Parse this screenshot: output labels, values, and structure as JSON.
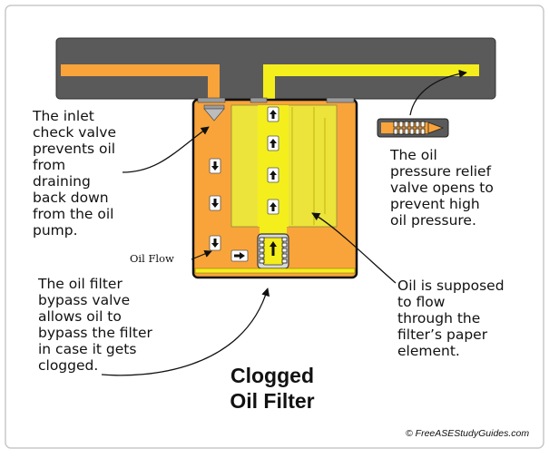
{
  "diagram": {
    "title_line1": "Clogged",
    "title_line2": "Oil Filter",
    "credit": "© FreeASEStudyGuides.com",
    "labels": {
      "inlet_check_valve": "The inlet\ncheck valve\nprevents oil\nfrom\ndraining\nback down\nfrom the oil\npump.",
      "relief_valve": "The oil\npressure relief\nvalve opens to\nprevent high\noil pressure.",
      "oil_flow": "Oil Flow",
      "bypass_valve": "The oil filter\nbypass valve\nallows oil to\nbypass the filter\nin case it gets\nclogged.",
      "paper_element": "Oil is supposed\nto flow\nthrough the\nfilter’s paper\nelement."
    },
    "colors": {
      "engine_block": "#5a5a5a",
      "oil_orange": "#f9a43a",
      "filtered_yellow": "#f4ee1d",
      "canister_border": "#111111",
      "frame_border": "#c8c8c8"
    },
    "icons": [
      "down-arrow-icon",
      "up-arrow-icon",
      "right-arrow-icon",
      "spring-icon",
      "check-valve-icon"
    ]
  }
}
